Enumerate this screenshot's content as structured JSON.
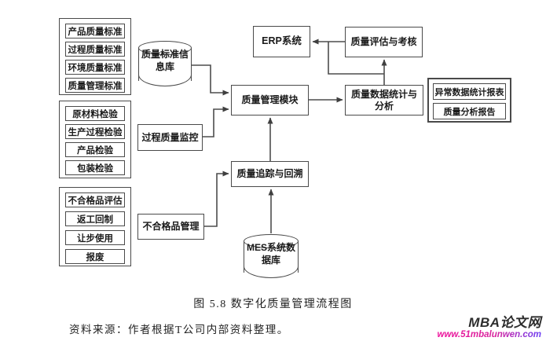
{
  "diagram": {
    "groups": [
      {
        "name": "quality-standards-group",
        "items": [
          "产品质量标准",
          "过程质量标准",
          "环境质量标准",
          "质量管理标准"
        ]
      },
      {
        "name": "inspection-group",
        "items": [
          "原材料检验",
          "生产过程检验",
          "产品检验",
          "包装检验"
        ]
      },
      {
        "name": "nonconforming-group",
        "items": [
          "不合格品评估",
          "返工回制",
          "让步使用",
          "报废"
        ]
      }
    ],
    "nodes": {
      "standards_db": "质量标准信息库",
      "process_monitor": "过程质量监控",
      "nonconforming_mgmt": "不合格品管理",
      "erp": "ERP系统",
      "quality_module": "质量管理模块",
      "trace": "质量追踪与回溯",
      "mes_db": "MES系统数据库",
      "evaluation": "质量评估与考核",
      "stats": "质量数据统计与分析",
      "report_1": "异常数据统计报表",
      "report_2": "质量分析报告"
    },
    "edges": [
      {
        "from": "standards_db",
        "to": "quality_module"
      },
      {
        "from": "process_monitor",
        "to": "quality_module"
      },
      {
        "from": "trace",
        "to": "quality_module"
      },
      {
        "from": "mes_db",
        "to": "trace"
      },
      {
        "from": "nonconforming_mgmt",
        "to": "trace"
      },
      {
        "from": "quality_module",
        "to": "stats"
      },
      {
        "from": "stats",
        "to": "evaluation"
      },
      {
        "from": "stats",
        "to": "erp"
      },
      {
        "from": "evaluation",
        "to": "erp"
      }
    ]
  },
  "caption": "图 5.8 数字化质量管理流程图",
  "source": "资料来源：作者根据T公司内部资料整理。",
  "watermark": {
    "title": "MBA论文网",
    "url": "www.51mbalunwen.com"
  },
  "colors": {
    "border": "#4a4a4a",
    "line": "#4d4d4d",
    "url_gradient": [
      "#ee0f9b",
      "#6a3df5"
    ]
  }
}
